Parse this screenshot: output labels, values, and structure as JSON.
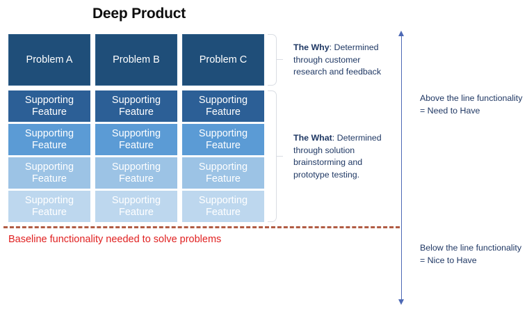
{
  "title": "Deep Product",
  "columns": [
    {
      "problem": "Problem A"
    },
    {
      "problem": "Problem B"
    },
    {
      "problem": "Problem C"
    }
  ],
  "feature_label_line1": "Supporting",
  "feature_label_line2": "Feature",
  "feature_rows": [
    {
      "index": 1,
      "color": "#2c5f96"
    },
    {
      "index": 2,
      "color": "#5b9bd5"
    },
    {
      "index": 3,
      "color": "#9cc3e5"
    },
    {
      "index": 4,
      "color": "#bdd7ee"
    }
  ],
  "problem_color": "#1f4e79",
  "annotations": {
    "why": {
      "lead": "The Why",
      "rest": ": Determined through customer research and feedback"
    },
    "what": {
      "lead": "The What",
      "rest": ": Determined through solution brainstorming and prototype testing."
    }
  },
  "side_notes": {
    "above": "Above the line functionality = Need to Have",
    "below": "Below the line functionality = Nice to Have"
  },
  "baseline": {
    "text": "Baseline functionality needed to solve problems",
    "line_color": "#b15c44",
    "text_color": "#e02020"
  },
  "arrow_color": "#4d69b5"
}
